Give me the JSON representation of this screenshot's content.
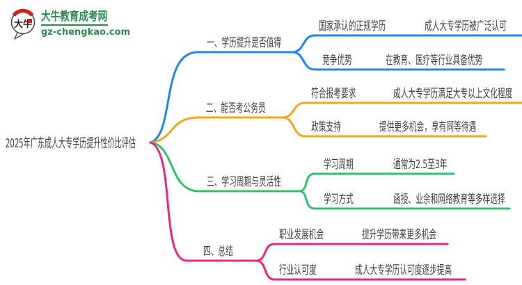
{
  "site": {
    "name": "大牛教育成考网",
    "domain": "gz-chengkao.com",
    "logo_icon_text": "大牛",
    "brand_color": "#2e8b50",
    "logo_accent_red": "#c8271f"
  },
  "mindmap": {
    "title": "2025年广东成人大专学历提升性价比评估",
    "text_color": "#3f3f3f",
    "branches": [
      {
        "label": "一、学历提升是否值得",
        "color": "#1d86f0",
        "children": [
          {
            "key": "国家承认的正规学历",
            "value": "成人大专学历被广泛认可"
          },
          {
            "key": "竞争优势",
            "value": "在教育、医疗等行业具备优势"
          }
        ]
      },
      {
        "label": "二、能否考公务员",
        "color": "#f5a41d",
        "children": [
          {
            "key": "符合报考要求",
            "value": "成人大专学历满足大专以上文化程度"
          },
          {
            "key": "政策支持",
            "value": "提供更多机会，享有同等待遇"
          }
        ]
      },
      {
        "label": "三、学习周期与灵活性",
        "color": "#2ec06f",
        "children": [
          {
            "key": "学习周期",
            "value": "通常为2.5至3年"
          },
          {
            "key": "学习方式",
            "value": "函授、业余和网络教育等多样选择"
          }
        ]
      },
      {
        "label": "四、总结",
        "color": "#f0257c",
        "children": [
          {
            "key": "职业发展机会",
            "value": "提升学历带来更多机会"
          },
          {
            "key": "行业认可度",
            "value": "成人大专学历认可度逐步提高"
          }
        ]
      }
    ]
  }
}
